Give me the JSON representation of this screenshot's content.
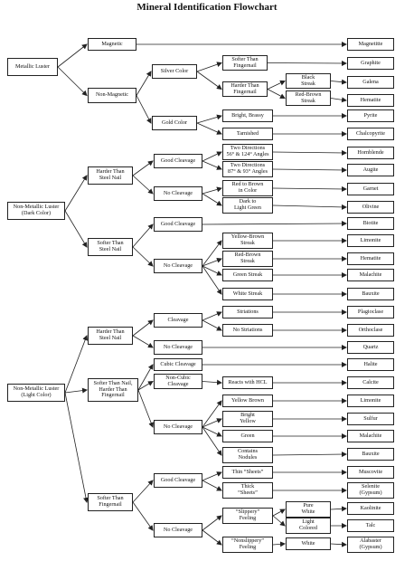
{
  "title": "Mineral Identification Flowchart",
  "nodes": {
    "metallic": "Metallic Luster",
    "magnetic": "Magnetic",
    "magnetite": "Magnetitte",
    "non_magnetic": "Non-Magnetic",
    "silver_color": "Silver Color",
    "softer_fingernail_a": "Softer Than\nFingernail",
    "graphite": "Graphite",
    "harder_fingernail_a": "Harder Than\nFingernail",
    "black_streak": "Black\nStreak",
    "galena": "Galena",
    "red_brown_streak_a": "Red-Brown\nStreak",
    "hematite_a": "Hematite",
    "gold_color": "Gold Color",
    "bright_brassy": "Bright, Brassy",
    "pyrite": "Pyrite",
    "tarnished": "Tarnished",
    "chalcopyrite": "Chalcopyrite",
    "nm_dark": "Non-Metallic Luster\n(Dark Color)",
    "harder_steel_a": "Harder Than\nSteel Nail",
    "good_cleavage_a": "Good Cleavage",
    "two_dir_a": "Two Directions\n56° & 124° Angles",
    "hornblende": "Hornblende",
    "two_dir_b": "Two Directions\n87° & 93° Angles",
    "augite": "Augite",
    "no_cleavage_a": "No Cleavage",
    "red_brown_color": "Red to Brown\nin Color",
    "garnet": "Garnet",
    "dark_light_green": "Dark to\nLight Green",
    "olivine": "Olivine",
    "softer_steel": "Softer Than\nSteel Nail",
    "good_cleavage_b": "Good Cleavage",
    "biotite": "Biotite",
    "no_cleavage_b": "No Cleavage",
    "yellow_brown_streak": "Yellow-Brown\nStreak",
    "limonite_a": "Limonite",
    "red_brown_streak_b": "Red-Brown\nStreak",
    "hematite_b": "Hematite",
    "green_streak": "Green Streak",
    "malachite_a": "Malachite",
    "white_streak": "White Streak",
    "bauxite_a": "Bauxite",
    "nm_light": "Non-Metallic Luster\n(Light Color)",
    "harder_steel_b": "Harder Than\nSteel Nail",
    "cleavage": "Cleavage",
    "striations": "Striations",
    "plagioclase": "Plagioclase",
    "no_striations": "No Striations",
    "orthoclase": "Orthoclase",
    "no_cleavage_c": "No Cleavage",
    "quartz": "Quartz",
    "softer_nail_harder_fingernail": "Softer Than Nail,\nHarder Than\nFingernail",
    "cubic_cleavage": "Cubic Cleavage",
    "halite": "Halite",
    "non_cubic": "Non-Cubic\nCleavage",
    "reacts_hcl": "Reacts with HCL",
    "calcite": "Calcite",
    "no_cleavage_d": "No Cleavage",
    "yellow_brown": "Yellow Brown",
    "limonite_b": "Limonite",
    "bright_yellow": "Bright\nYellow",
    "sulfur": "Sulfur",
    "green": "Green",
    "malachite_b": "Malachite",
    "contains_nodules": "Contains\nNodules",
    "bauxite_b": "Bauxite",
    "softer_fingernail_b": "Softer Than\nFingernail",
    "good_cleavage_c": "Good Cleavage",
    "thin_sheets": "Thin “Sheets”",
    "muscovite": "Muscovite",
    "thick_sheets": "Thick\n“Sheets”",
    "selenite": "Selenite\n(Gypsum)",
    "no_cleavage_e": "No Cleavage",
    "slippery": "“Slippery”\nFeeling",
    "pure_white": "Pure\nWhite",
    "kaolinite": "Kaolinite",
    "light_colored": "Light\nColored",
    "talc": "Talc",
    "nonslippery": "“Nonslippery”\nFeeling",
    "white": "White",
    "alabaster": "Alabaster\n(Gypsum)"
  }
}
